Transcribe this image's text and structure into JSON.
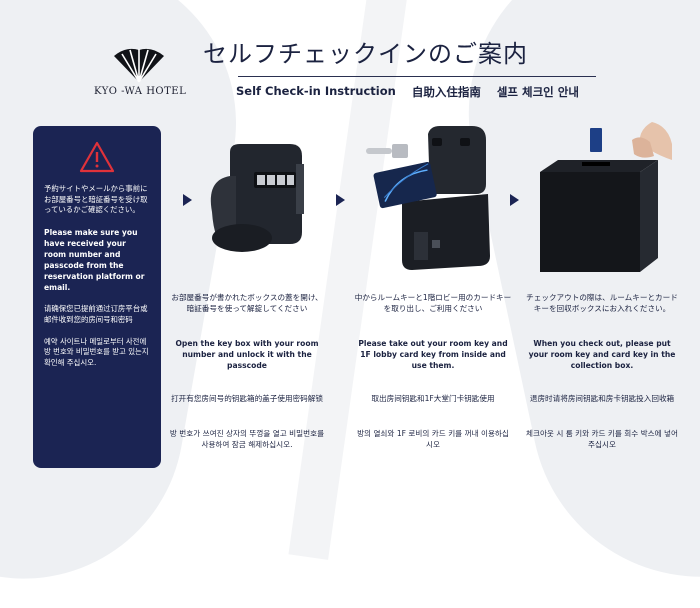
{
  "brand": {
    "hotel_name": "KYO -WA HOTEL"
  },
  "title": {
    "japanese": "セルフチェックインのご案内",
    "english": "Self Check-in Instruction",
    "chinese": "自助入住指南",
    "korean": "셀프 체크인 안내"
  },
  "notice": {
    "icon": "warning-icon",
    "ja": "予約サイトやメールから事前にお部屋番号と暗証番号を受け取っているかご確認ください。",
    "en": "Please make sure you have received your room number and passcode from the reservation platform or email.",
    "zh": "请确保您已提前通过订房平台或邮件收到您的房间号和密码",
    "ko": "예약 사이트나 메일로부터 사전에 방 번호와 비밀번호를 받고 있는지 확인해 주십시오."
  },
  "steps": [
    {
      "image": "combination-lock-box",
      "ja": "お部屋番号が書かれたボックスの蓋を開け、暗証番号を使って解錠してください",
      "en": "Open the key box with your room number and unlock it with the passcode",
      "zh": "打开有您房间号的钥匙箱的盖子使用密码解锁",
      "ko": "방 번호가 쓰여진 상자의 뚜껑을 열고 비밀번호를 사용하여 잠금 해제하십시오."
    },
    {
      "image": "opened-key-box-with-card",
      "ja": "中からルームキーと1階ロビー用のカードキーを取り出し、ご利用ください",
      "en": "Please take out your room key and 1F lobby card key from inside and use them.",
      "zh": "取出房间钥匙和1F大堂门卡钥匙使用",
      "ko": "방의 열쇠와 1F 로비의 카드 키를 꺼내 이용하십시오"
    },
    {
      "image": "key-collection-box",
      "ja": "チェックアウトの際は、ルームキーとカードキーを回収ボックスにお入れください。",
      "en": "When you check out, please put your room key and card key in the collection box.",
      "zh": "退房时请将房间钥匙和房卡钥匙投入回收箱",
      "ko": "체크아웃 시 룸 키와 카드 키를 회수 박스에 넣어 주십시오"
    }
  ],
  "colors": {
    "navy": "#1b2453",
    "background": "#ffffff"
  }
}
